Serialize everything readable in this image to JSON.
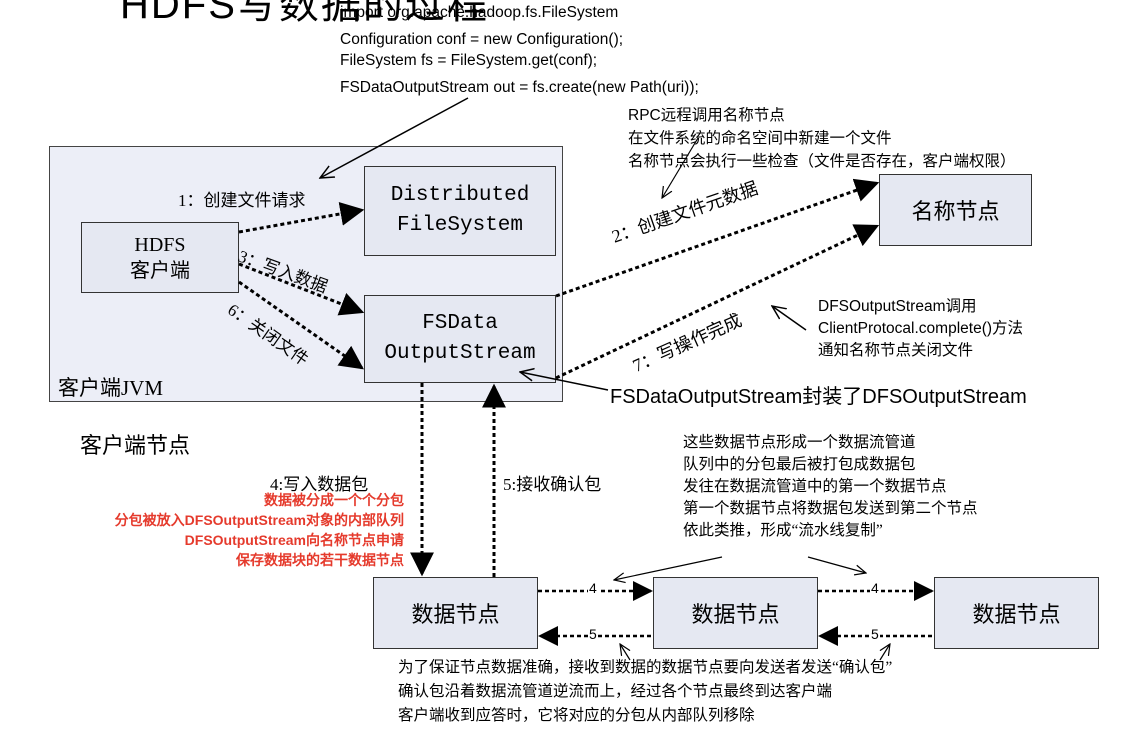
{
  "header_fragment": "HDFS写数据的过程",
  "code_lines": [
    "import org.apache.hadoop.fs.FileSystem",
    "Configuration conf = new Configuration();",
    "FileSystem fs = FileSystem.get(conf);",
    "FSDataOutputStream out = fs.create(new Path(uri));"
  ],
  "rpc_note": [
    "RPC远程调用名称节点",
    "在文件系统的命名空间中新建一个文件",
    "名称节点会执行一些检查（文件是否存在，客户端权限）"
  ],
  "jvm_label": "客户端JVM",
  "client_node_label": "客户端节点",
  "hdfs_client": [
    "HDFS",
    "客户端"
  ],
  "dfs_box": [
    "Distributed",
    "FileSystem"
  ],
  "fsdata_box": [
    "FSData",
    "OutputStream"
  ],
  "namenode_label": "名称节点",
  "steps": {
    "s1": "1：创建文件请求",
    "s2": "2：创建文件元数据",
    "s3": "3：写入数据",
    "s4": "4:写入数据包",
    "s5": "5:接收确认包",
    "s6": "6：关闭文件",
    "s7": "7：写操作完成"
  },
  "complete_note": [
    "DFSOutputStream调用",
    "ClientProtocal.complete()方法",
    "通知名称节点关闭文件"
  ],
  "wrap_note": "FSDataOutputStream封装了DFSOutputStream",
  "red_note": [
    "数据被分成一个个分包",
    "分包被放入DFSOutputStream对象的内部队列",
    "DFSOutputStream向名称节点申请",
    "保存数据块的若干数据节点"
  ],
  "pipeline_note": [
    "这些数据节点形成一个数据流管道",
    "队列中的分包最后被打包成数据包",
    "发往在数据流管道中的第一个数据节点",
    "第一个数据节点将数据包发送到第二个节点",
    "依此类推，形成“流水线复制”"
  ],
  "datanode_label": "数据节点",
  "pipe_labels": {
    "forward": "4",
    "ack": "5"
  },
  "ack_note": [
    "为了保证节点数据准确，接收到数据的数据节点要向发送者发送“确认包”",
    "确认包沿着数据流管道逆流而上，经过各个节点最终到达客户端",
    "客户端收到应答时，它将对应的分包从内部队列移除"
  ],
  "colors": {
    "box_fill": "#e5e8f2",
    "jvm_fill": "#eceef7",
    "red_text": "#e53a2c"
  }
}
